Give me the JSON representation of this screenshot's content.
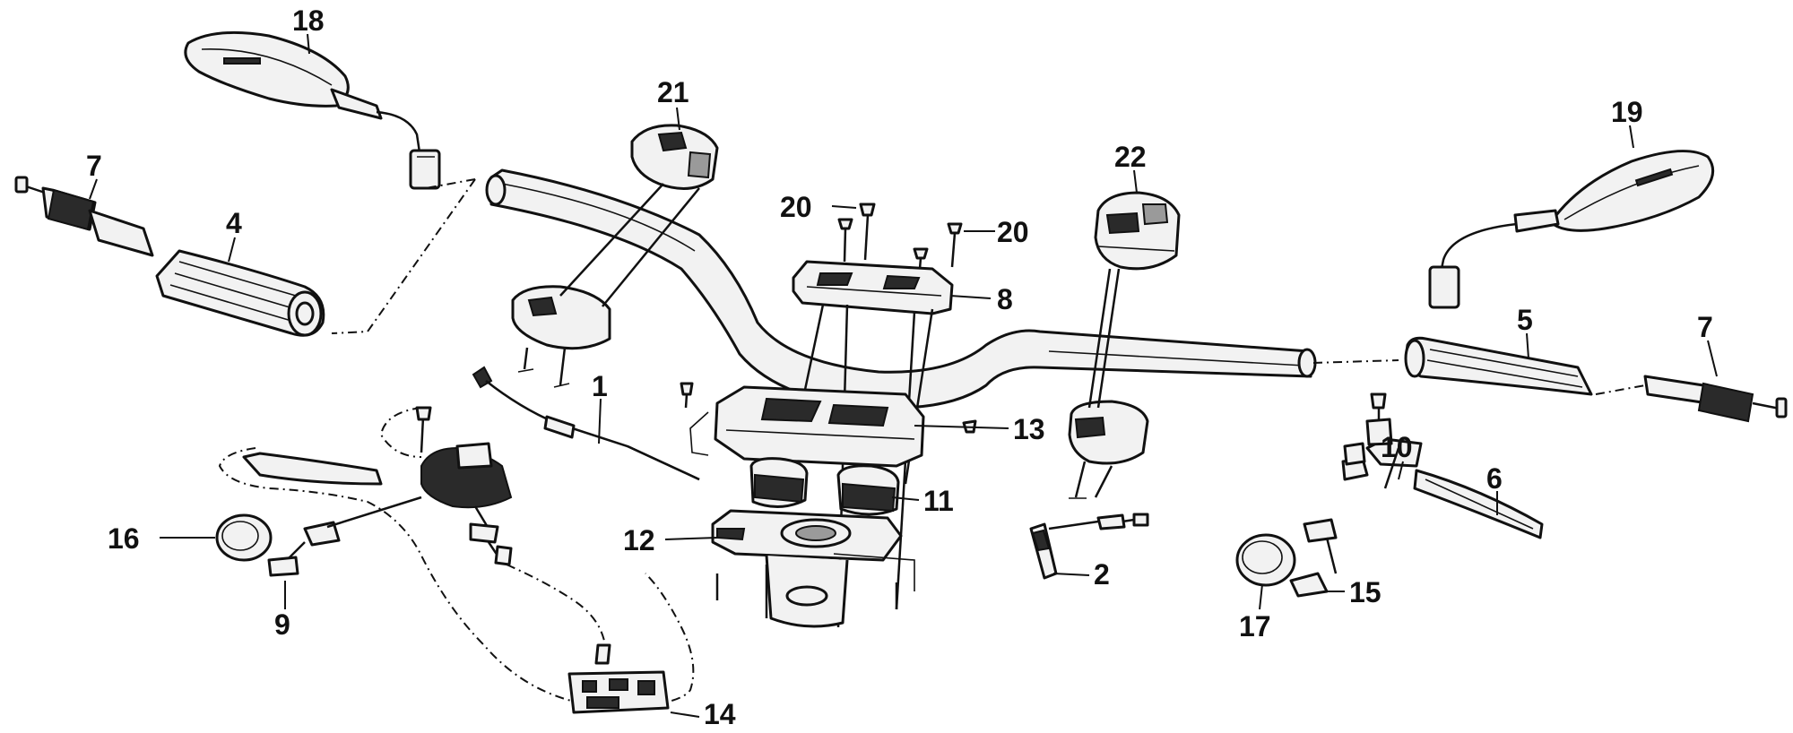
{
  "callouts": {
    "c1": "1",
    "c2": "2",
    "c4": "4",
    "c5": "5",
    "c6": "6",
    "c7a": "7",
    "c7b": "7",
    "c8": "8",
    "c9": "9",
    "c10": "10",
    "c11": "11",
    "c12": "12",
    "c13": "13",
    "c14": "14",
    "c15": "15",
    "c16": "16",
    "c17": "17",
    "c18": "18",
    "c19": "19",
    "c20a": "20",
    "c20b": "20",
    "c21": "21",
    "c22": "22"
  }
}
